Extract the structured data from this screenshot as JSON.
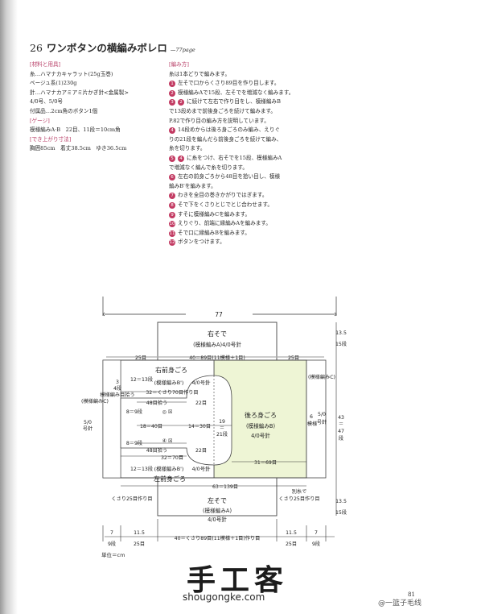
{
  "title": {
    "number": "26",
    "text": "ワンボタンの横編みボレロ",
    "ref": "—77page"
  },
  "materials": {
    "heading": "[材料と用具]",
    "lines": [
      "糸…ハマナカキャラット(25g玉巻)",
      "ベージュ系(1)230g",
      "針…ハマナカアミアミ片かぎ針<金属製>",
      "4/0号、5/0号",
      "付属品…2cm角のボタン1個"
    ]
  },
  "gauge": {
    "heading": "[ゲージ]",
    "lines": [
      "模様編みA·B　22目、11段＝10cm角"
    ]
  },
  "finished": {
    "heading": "[でき上がり寸法]",
    "lines": [
      "胸囲85cm　着丈38.5cm　ゆき36.5cm"
    ]
  },
  "method": {
    "heading": "[編み方]",
    "intro": "糸は1本どりで編みます。",
    "steps": [
      {
        "badge": "1",
        "lines": [
          "左そで口からくさり89目を作り目します。"
        ]
      },
      {
        "badge": "2",
        "lines": [
          "模様編みAで15段、左そでを増減なく編みます。"
        ]
      },
      {
        "badge": "3",
        "prefix": "",
        "badge2": "2",
        "lines": [
          "に続けて左右で作り目をし、模様編みB",
          "で13段めまで前後身ごろを続けて編みます。",
          "P.82で作り目の編み方を説明しています。"
        ]
      },
      {
        "badge": "4",
        "lines": [
          "14段めからは後ろ身ごろのみ編み、えりぐ",
          "りの21段を編んだら前後身ごろを続けて編み、",
          "糸を切ります。"
        ]
      },
      {
        "badge": "5",
        "badge2": "4",
        "lines": [
          "に糸をつけ、右そでを15段、模様編みA",
          "で増減なく編んで糸を切ります。"
        ]
      },
      {
        "badge": "6",
        "lines": [
          "左右の前身ごろから48目を拾い目し、模様",
          "編みB'を編みます。"
        ]
      },
      {
        "badge": "7",
        "lines": [
          "わきを全目の巻きかがりではぎます。"
        ]
      },
      {
        "badge": "8",
        "lines": [
          "そで下をくさりとじでとじ合わせます。"
        ]
      },
      {
        "badge": "9",
        "lines": [
          "すそに模様編みCを編みます。"
        ]
      },
      {
        "badge": "10",
        "lines": [
          "えりぐり、前端に縁編みAを編みます。"
        ]
      },
      {
        "badge": "11",
        "lines": [
          "そで口に縁編みBを編みます。"
        ]
      },
      {
        "badge": "12",
        "lines": [
          "ボタンをつけます。"
        ]
      }
    ]
  },
  "diagram": {
    "total_width": "77",
    "right_sleeve": {
      "title": "右そで",
      "pattern": "(模様編みA)4/0号針"
    },
    "left_sleeve": {
      "title": "左そで",
      "pattern": "(模様編みA)",
      "needle": "4/0号針"
    },
    "right_front": {
      "title": "右前身ごろ",
      "pattern": "(模様編みB')",
      "needle": "4/0号針"
    },
    "left_front": {
      "title": "左前身ごろ",
      "pattern": "(模様編みB')",
      "needle": "4/0号針"
    },
    "back": {
      "title": "後ろ身ごろ",
      "pattern": "(模様編みB)",
      "needle": "4/0号針"
    },
    "labels": {
      "top_25_left": "25目",
      "top_40": "40＝89目(11模様＋1目)",
      "top_25_right": "25目",
      "r_12": "12＝13段",
      "r_32": "32＝くさり70目作り目",
      "r_48": "48目拾う",
      "r_22": "22目",
      "r_8": "8＝9段",
      "r_dots": "◎ ☒",
      "m_18": "18＝40目",
      "m_14": "14＝30目",
      "m_19": "19",
      "m_21": "21段",
      "m_eq": "＝",
      "l_8": "8＝9段",
      "l_dots": "④ ☒",
      "l_48": "48目拾う",
      "l_22": "22目",
      "l_32": "32＝70目",
      "l_12": "12＝13段",
      "l_31": "31＝69目",
      "l_63": "63＝139目",
      "left_3a": "3",
      "left_3b": "4段",
      "left_pick": "模様編み目拾う",
      "left_pat_c": "(模様編みC)",
      "left_needle_a": "5/0",
      "left_needle_b": "号針",
      "right_pat_c": "(模様編みC)",
      "right_6": "6",
      "right_rows": "模様",
      "right_needle_a": "5/0",
      "right_needle_b": "号針",
      "right_43": "43",
      "right_47a": "＝",
      "right_47": "47",
      "right_47b": "段",
      "right_135a": "13.5",
      "right_15a": "15段",
      "right_135b": "13.5",
      "right_15b": "15段",
      "chain_left": "くさり25目作り目",
      "chain_right_a": "別糸で",
      "chain_right_b": "くさり25目作り目",
      "b_7l": "7",
      "b_9l": "9段",
      "b_115l": "11.5",
      "b_25l": "25目",
      "b_40": "40＝くさり89目(11模様＋1目)作り目",
      "b_115r": "11.5",
      "b_25r": "25目",
      "b_7r": "7",
      "b_9r": "9段"
    },
    "unit": "単位＝cm"
  },
  "watermark": {
    "main": "手工客",
    "sub": "shougongke.com"
  },
  "page_number": "81",
  "social": "@一篮子毛线"
}
